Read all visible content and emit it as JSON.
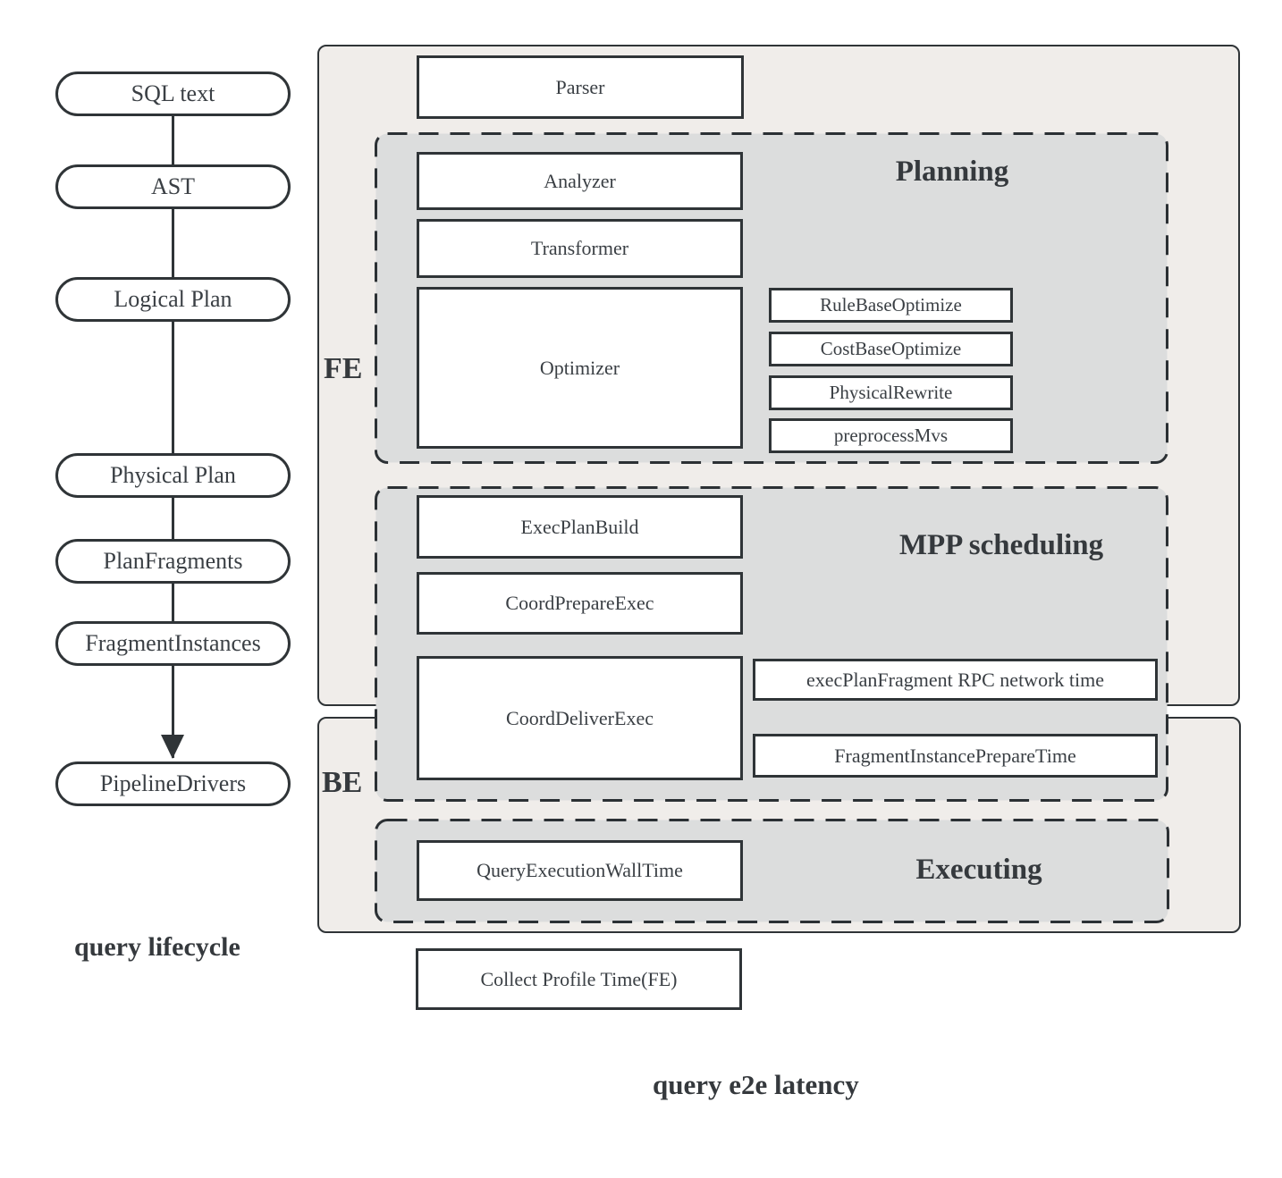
{
  "colors": {
    "line": "#2f3437",
    "text": "#3a3f44",
    "region_fill": "#f0edea",
    "phase_fill": "#dcdddd",
    "box_fill": "#ffffff"
  },
  "lifecycle": {
    "title": "query lifecycle",
    "nodes": [
      "SQL text",
      "AST",
      "Logical Plan",
      "Physical Plan",
      "PlanFragments",
      "FragmentInstances",
      "PipelineDrivers"
    ]
  },
  "latency": {
    "title": "query e2e latency",
    "fe_label": "FE",
    "be_label": "BE",
    "parser": "Parser",
    "planning": {
      "label": "Planning",
      "analyzer": "Analyzer",
      "transformer": "Transformer",
      "optimizer": "Optimizer",
      "steps": [
        "RuleBaseOptimize",
        "CostBaseOptimize",
        "PhysicalRewrite",
        "preprocessMvs"
      ]
    },
    "mpp": {
      "label": "MPP scheduling",
      "exec_plan_build": "ExecPlanBuild",
      "coord_prepare_exec": "CoordPrepareExec",
      "coord_deliver_exec": "CoordDeliverExec",
      "rpc_network_time": "execPlanFragment RPC network time",
      "fragment_instance_prepare_time": "FragmentInstancePrepareTime"
    },
    "executing": {
      "label": "Executing",
      "query_execution_wall_time": "QueryExecutionWallTime"
    },
    "collect_profile_time": "Collect Profile Time(FE)"
  }
}
